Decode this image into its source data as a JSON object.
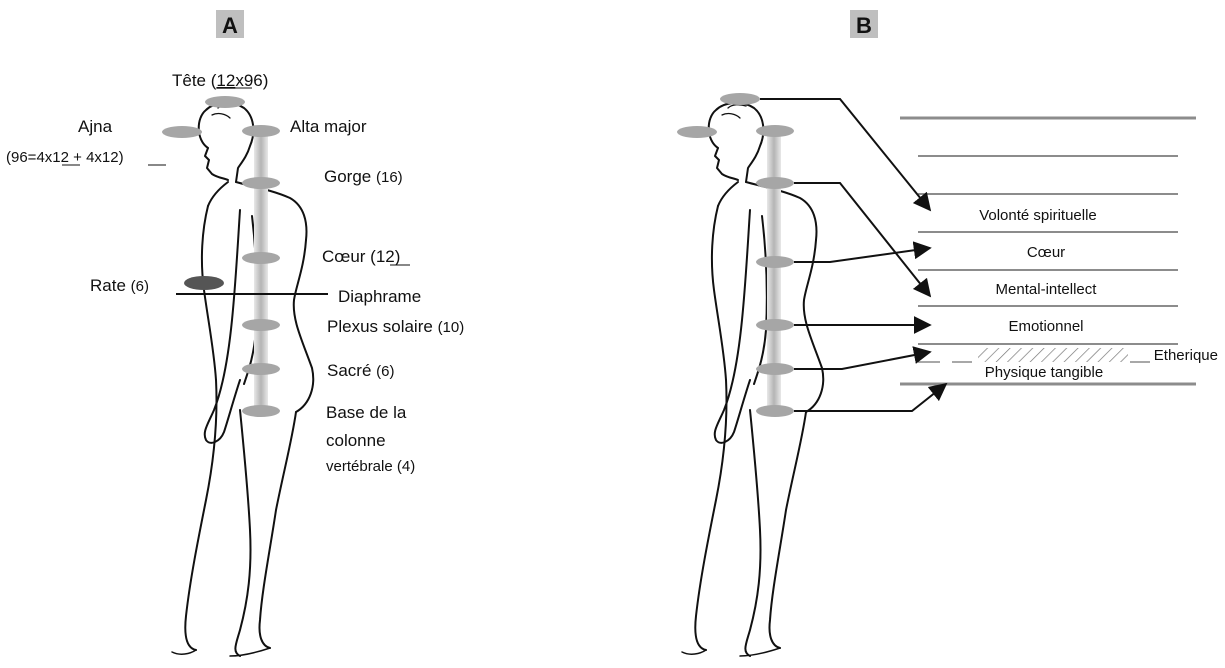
{
  "panel_a": {
    "letter": "A",
    "labels": {
      "tete": "Tête (",
      "tete_num": "12",
      "tete_tail": "x96)",
      "ajna": "Ajna",
      "ajna_formula_a": "(96=4x",
      "ajna_formula_b": "12",
      "ajna_formula_c": " + 4x",
      "ajna_formula_d": "12",
      "ajna_formula_e": ")",
      "alta_major": "Alta major",
      "gorge": "Gorge ",
      "gorge_num": "(16)",
      "coeur": "Cœur (",
      "coeur_num": "12",
      "coeur_tail": ")",
      "rate": "Rate ",
      "rate_num": "(6)",
      "diaphrame": "Diaphrame",
      "plexus": "Plexus solaire ",
      "plexus_num": "(10)",
      "sacre": "Sacré ",
      "sacre_num": "(6)",
      "base_1": "Base de la",
      "base_2": "colonne",
      "base_3": "vertébrale (4)"
    }
  },
  "panel_b": {
    "letter": "B",
    "planes": {
      "volonte": "Volonté spirituelle",
      "coeur": "Cœur",
      "mental": "Mental-intellect",
      "emotionnel": "Emotionnel",
      "etherique": "Etherique",
      "physique": "Physique tangible"
    }
  },
  "colors": {
    "chakra": "#a6a6a6",
    "rate_chakra": "#555555",
    "plane_line": "#8c8c8c",
    "panel_box": "#bfbfbf"
  }
}
